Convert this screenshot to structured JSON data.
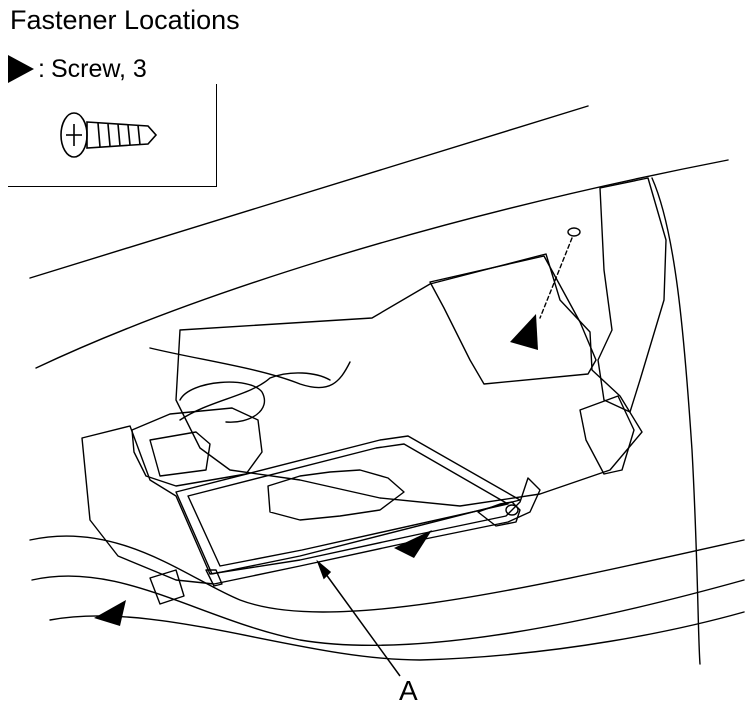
{
  "title": "Fastener Locations",
  "legend": {
    "symbol_icon": "filled-triangle-arrow-icon",
    "separator": ":",
    "label": "Screw, 3"
  },
  "screw_icon": "phillips-screw-icon",
  "callouts": [
    "A"
  ],
  "colors": {
    "ink": "#000000",
    "background": "#ffffff"
  }
}
